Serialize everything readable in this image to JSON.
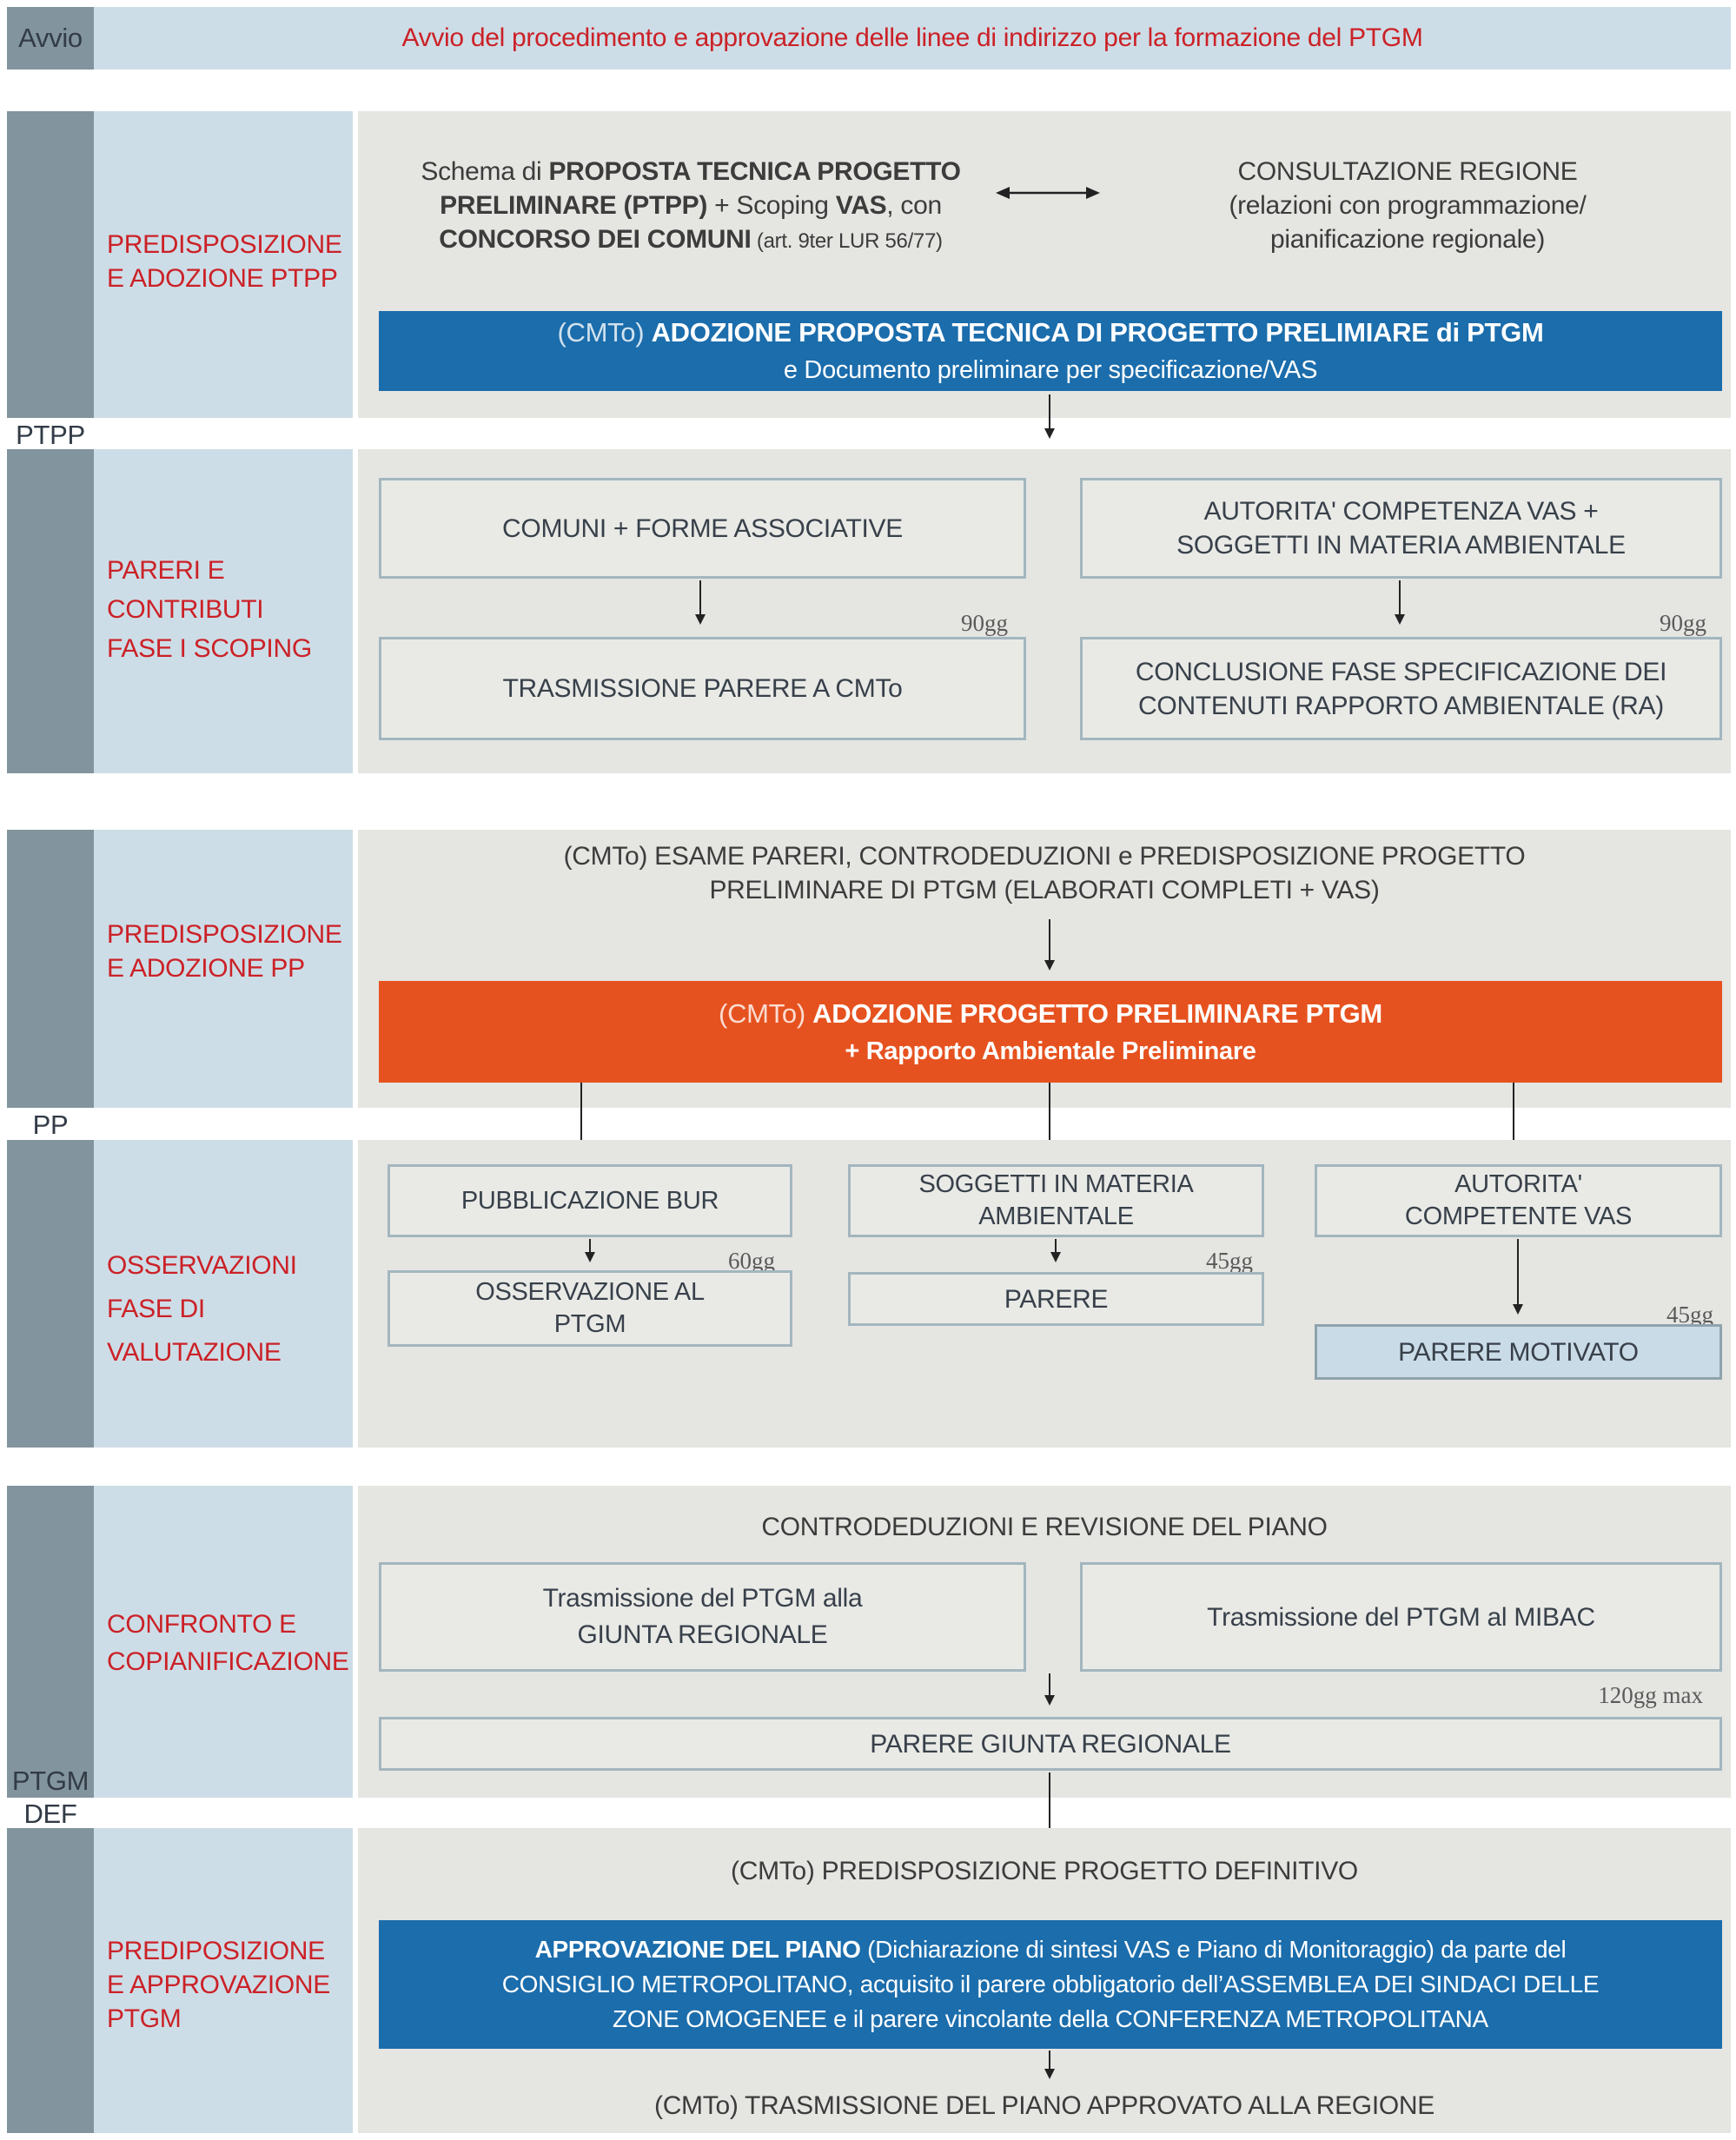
{
  "top_bar": {
    "side_label": "Avvio",
    "title": "Avvio del procedimento e approvazione delle linee di indirizzo per la formazione del PTGM"
  },
  "side_labels": {
    "s1": "PTPP",
    "s2": "PP",
    "s3a": "PTGM",
    "s3b": "DEF"
  },
  "colors": {
    "dark_column": "#82949e",
    "light_blue": "#cddde7",
    "content_bg": "#e5e5e2",
    "blue_bar": "#1b6dac",
    "orange_bar": "#e6521f",
    "red_text": "#cb2127",
    "pale_blue_box": "#c9dbe6"
  },
  "section1": {
    "label_a1": "PREDISPOSIZIONE",
    "label_a2": "E ADOZIONE PTPP",
    "schema": {
      "r1": "Schema di ",
      "b1": "PROPOSTA TECNICA PROGETTO",
      "b2": "PRELIMINARE (PTPP)",
      "r2": " + Scoping ",
      "b3": "VAS",
      "r3": ", con",
      "b4": "CONCORSO  DEI COMUNI",
      "small": " (art. 9ter LUR 56/77)"
    },
    "cons1": "CONSULTAZIONE REGIONE",
    "cons2": "(relazioni con programmazione/",
    "cons3": "pianificazione regionale)",
    "blue_cmto": "(CMTo) ",
    "blue_bold": "ADOZIONE PROPOSTA TECNICA DI PROGETTO PRELIMIARE di PTGM",
    "blue_line2": "e Documento preliminare per specificazione/VAS",
    "label_b1": "PARERI E",
    "label_b2": "CONTRIBUTI",
    "label_b3": "FASE I SCOPING",
    "box_comuni": "COMUNI + FORME ASSOCIATIVE",
    "box_aut1": "AUTORITA' COMPETENZA VAS +",
    "box_aut2": "SOGGETTI IN MATERIA AMBIENTALE",
    "days_left": "90gg",
    "days_right": "90gg",
    "box_trasm": "TRASMISSIONE PARERE A CMTo",
    "box_concl1": "CONCLUSIONE FASE SPECIFICAZIONE DEI",
    "box_concl2": "CONTENUTI RAPPORTO AMBIENTALE (RA)"
  },
  "section2": {
    "label_a1": "PREDISPOSIZIONE",
    "label_a2": "E ADOZIONE PP",
    "title1": "(CMTo) ESAME PARERI, CONTRODEDUZIONI e PREDISPOSIZIONE PROGETTO",
    "title2": "PRELIMINARE DI PTGM (ELABORATI COMPLETI + VAS)",
    "orange_cmto": "(CMTo) ",
    "orange_bold": "ADOZIONE PROGETTO PRELIMINARE PTGM",
    "orange_line2": "+ Rapporto Ambientale Preliminare",
    "label_b1": "OSSERVAZIONI",
    "label_b2": "FASE DI",
    "label_b3": "VALUTAZIONE",
    "box_bur": "PUBBLICAZIONE BUR",
    "box_sogg1": "SOGGETTI IN MATERIA",
    "box_sogg2": "AMBIENTALE",
    "box_autc1": "AUTORITA'",
    "box_autc2": "COMPETENTE VAS",
    "days_60": "60gg",
    "days_45a": "45gg",
    "days_45b": "45gg",
    "box_oss1": "OSSERVAZIONE AL",
    "box_oss2": "PTGM",
    "box_parere": "PARERE",
    "box_parere_motivato": "PARERE MOTIVATO"
  },
  "section3": {
    "label_a1": "CONFRONTO E",
    "label_a2": "COPIANIFICAZIONE",
    "title": "CONTRODEDUZIONI E REVISIONE DEL PIANO",
    "box_giunta1": "Trasmissione del PTGM alla",
    "box_giunta2": "GIUNTA REGIONALE",
    "box_mibac": "Trasmissione del PTGM al MIBAC",
    "days_120": "120gg max",
    "box_parere_giunta": "PARERE GIUNTA REGIONALE",
    "label_b1": "PREDIPOSIZIONE",
    "label_b2": "E APPROVAZIONE",
    "label_b3": "PTGM",
    "title_def": "(CMTo) PREDISPOSIZIONE PROGETTO DEFINITIVO",
    "appr_bold": "APPROVAZIONE DEL PIANO",
    "appr_rest": " (Dichiarazione di sintesi VAS e Piano di Monitoraggio) da parte del",
    "appr_l2": "CONSIGLIO METROPOLITANO, acquisito il parere obbligatorio dell’ASSEMBLEA DEI SINDACI DELLE",
    "appr_l3": "ZONE OMOGENEE e il parere vincolante della CONFERENZA METROPOLITANA",
    "title_trasm": "(CMTo) TRASMISSIONE DEL PIANO APPROVATO ALLA REGIONE"
  }
}
